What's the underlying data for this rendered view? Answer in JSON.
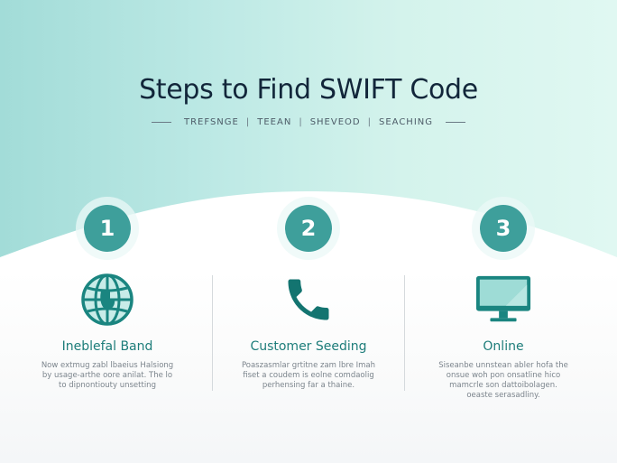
{
  "header": {
    "title": "Steps to Find SWIFT Code",
    "subtitle_items": [
      "TREFSNGE",
      "TEEAN",
      "SHEVEOD",
      "SEACHING"
    ]
  },
  "colors": {
    "accent": "#3e9f9b",
    "accent_dark": "#137470",
    "title": "#12263a",
    "step_title": "#1d7d7a",
    "desc": "#7b848c"
  },
  "steps": [
    {
      "number": "1",
      "icon": "globe-icon",
      "title": "Ineblefal Band",
      "description": "Now extmug zabl lbaeius Halsiong by usage-arthe oore anilat. The lo to dipnontiouty unsetting"
    },
    {
      "number": "2",
      "icon": "phone-icon",
      "title": "Customer Seeding",
      "description": "Poaszasmlar grtitne zam lbre Imah fiset a coudem is eolne comdaolig perhensing far a thaine."
    },
    {
      "number": "3",
      "icon": "monitor-icon",
      "title": "Online",
      "description": "Siseanbe unnstean abler hofa the onsue woh pon onsatline hico mamcrle son dattoibolagen. oeaste serasadliny."
    }
  ]
}
